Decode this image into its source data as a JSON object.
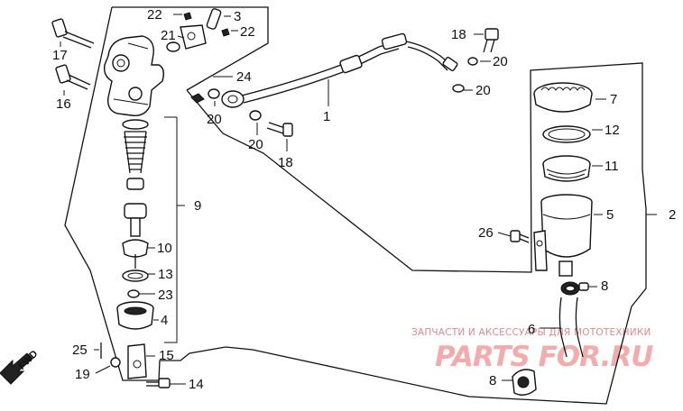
{
  "diagram": {
    "type": "exploded parts diagram",
    "subject": "hydraulic master cylinder assembly",
    "fwd_label": "FWD",
    "callouts": [
      {
        "id": "c1",
        "label": "1"
      },
      {
        "id": "c2",
        "label": "2"
      },
      {
        "id": "c3",
        "label": "3"
      },
      {
        "id": "c4",
        "label": "4"
      },
      {
        "id": "c5",
        "label": "5"
      },
      {
        "id": "c6",
        "label": "6"
      },
      {
        "id": "c7",
        "label": "7"
      },
      {
        "id": "c8a",
        "label": "8"
      },
      {
        "id": "c8b",
        "label": "8"
      },
      {
        "id": "c9",
        "label": "9"
      },
      {
        "id": "c10",
        "label": "10"
      },
      {
        "id": "c11",
        "label": "11"
      },
      {
        "id": "c12",
        "label": "12"
      },
      {
        "id": "c13",
        "label": "13"
      },
      {
        "id": "c14",
        "label": "14"
      },
      {
        "id": "c15",
        "label": "15"
      },
      {
        "id": "c16",
        "label": "16"
      },
      {
        "id": "c17",
        "label": "17"
      },
      {
        "id": "c18a",
        "label": "18"
      },
      {
        "id": "c18b",
        "label": "18"
      },
      {
        "id": "c19",
        "label": "19"
      },
      {
        "id": "c20a",
        "label": "20"
      },
      {
        "id": "c20b",
        "label": "20"
      },
      {
        "id": "c20c",
        "label": "20"
      },
      {
        "id": "c20d",
        "label": "20"
      },
      {
        "id": "c21",
        "label": "21"
      },
      {
        "id": "c22a",
        "label": "22"
      },
      {
        "id": "c22b",
        "label": "22"
      },
      {
        "id": "c23",
        "label": "23"
      },
      {
        "id": "c24",
        "label": "24"
      },
      {
        "id": "c25",
        "label": "25"
      },
      {
        "id": "c26",
        "label": "26"
      }
    ]
  },
  "watermark": {
    "tagline": "ЗАПЧАСТИ И АКСЕССУАРЫ ДЛЯ МОТОТЕХНИКИ",
    "logo": "PARTS FOR.RU",
    "color": "#ef8f8f"
  }
}
